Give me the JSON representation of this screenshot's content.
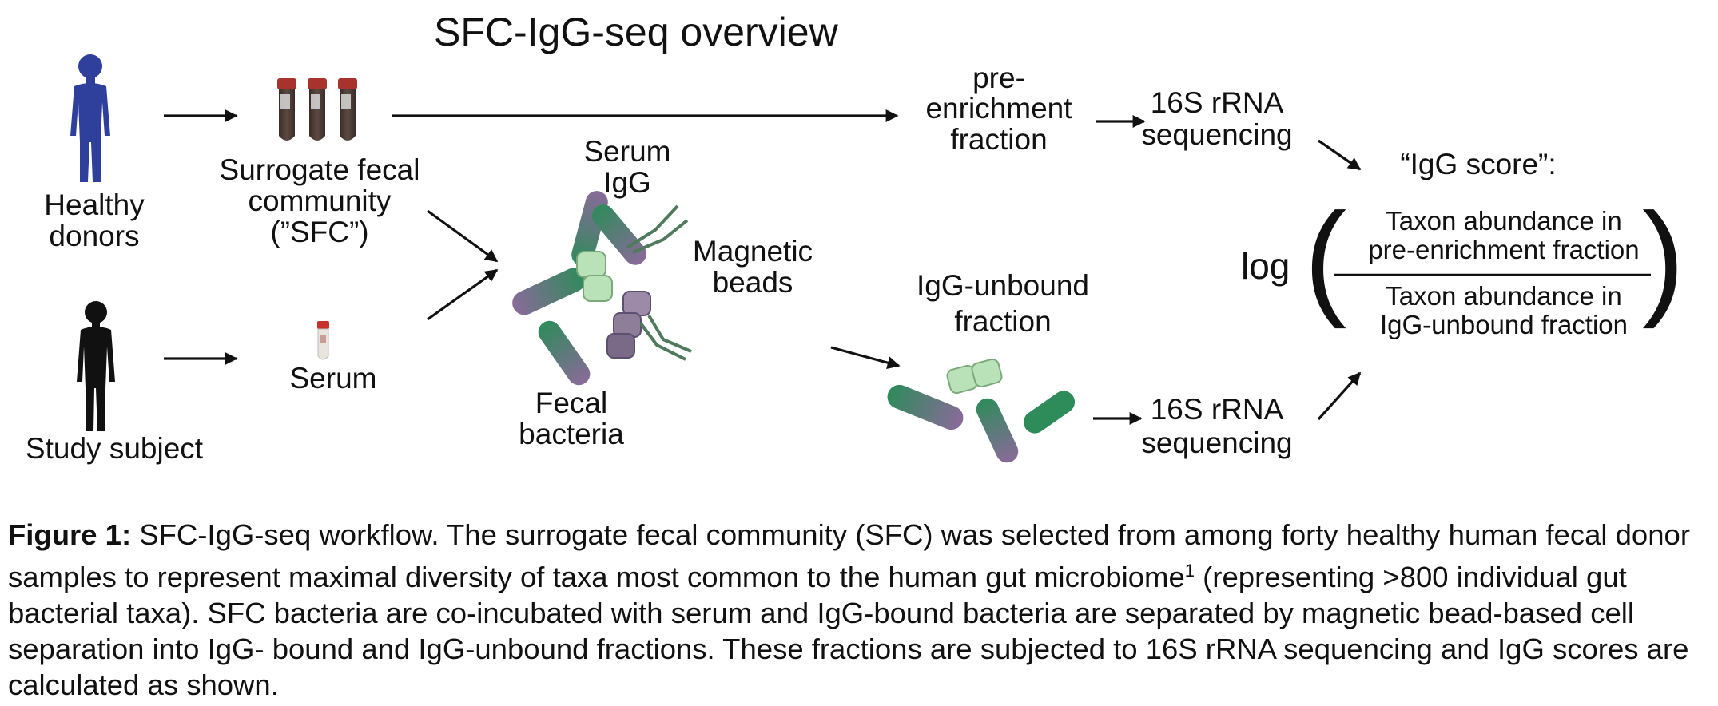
{
  "title": "SFC-IgG-seq overview",
  "labels": {
    "donor_1": "Healthy",
    "donor_2": "donors",
    "sfc_1": "Surrogate fecal",
    "sfc_2": "community",
    "sfc_3": "(”SFC”)",
    "subject": "Study subject",
    "serum": "Serum",
    "serum_igg_1": "Serum",
    "serum_igg_2": "IgG",
    "beads_1": "Magnetic",
    "beads_2": "beads",
    "fecal_1": "Fecal",
    "fecal_2": "bacteria",
    "pre_1": "pre-",
    "pre_2": "enrichment",
    "pre_3": "fraction",
    "seq_top_1": "16S rRNA",
    "seq_top_2": "sequencing",
    "unbound_1": "IgG-unbound",
    "unbound_2": "fraction",
    "seq_bot_1": "16S rRNA",
    "seq_bot_2": "sequencing",
    "score": "“IgG score”:",
    "log": "log",
    "paren_open": "(",
    "paren_close": ")",
    "num_1": "Taxon abundance in",
    "num_2": "pre-enrichment fraction",
    "den_1": "Taxon abundance in",
    "den_2": "IgG-unbound fraction"
  },
  "caption": {
    "bold": "Figure 1:",
    "text": " SFC-IgG-seq workflow. The surrogate fecal community (SFC) was selected from among forty healthy human fecal donor samples to represent maximal diversity of taxa most common to the human gut microbiome",
    "sup": "1",
    "text2": " (representing >800 individual gut bacterial taxa). SFC bacteria are co-incubated with serum and IgG-bound bacteria are separated by magnetic bead-based cell separation into IgG- bound and IgG-unbound fractions. These fractions are subjected to 16S rRNA sequencing and IgG scores are calculated as shown."
  },
  "colors": {
    "donor_figure": "#2f3f9c",
    "subject_figure": "#111111",
    "tube_cap": "#a8322c",
    "tube_fill": "#4a3a34",
    "bacteria_green": "#2e8b5a",
    "bacteria_purple": "#8a6a9a",
    "bead_light_green": "#b9e2b9",
    "antibody": "#4f7a5c"
  },
  "icons": [
    "donor-figure-icon",
    "subject-figure-icon",
    "sample-tube-icon",
    "serum-tube-icon",
    "bacterium-icon",
    "antibody-icon",
    "magnetic-bead-icon"
  ]
}
